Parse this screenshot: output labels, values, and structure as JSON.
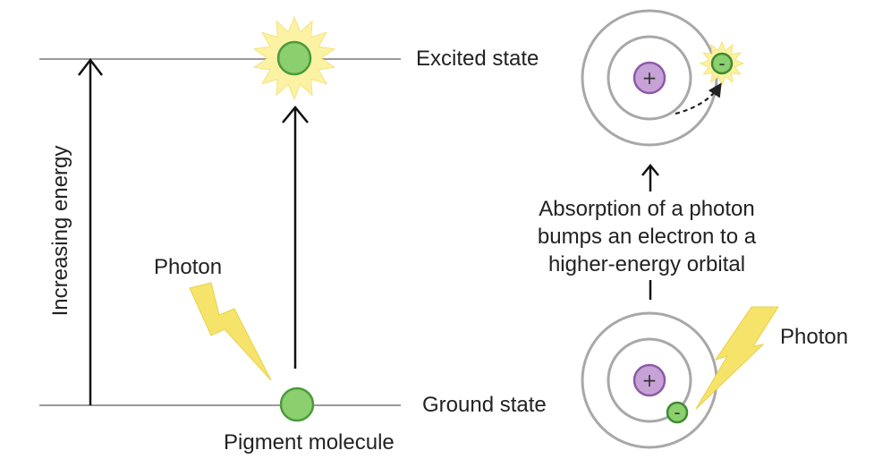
{
  "labels": {
    "excited_state": "Excited state",
    "ground_state": "Ground state",
    "increasing_energy": "Increasing energy",
    "photon_left": "Photon",
    "photon_right": "Photon",
    "pigment_molecule": "Pigment molecule",
    "absorption_line1": "Absorption of a photon",
    "absorption_line2": "bumps an electron to a",
    "absorption_line3": "higher-energy orbital"
  },
  "symbols": {
    "nucleus_sign": "+",
    "electron_sign": "-"
  },
  "colors": {
    "molecule_green": "#8bcf6f",
    "nucleus_purple": "#c7a2d6",
    "photon_yellow": "#f6e46a",
    "glow_yellow": "#fbf2a4",
    "level_gray": "#9a9a9a"
  }
}
